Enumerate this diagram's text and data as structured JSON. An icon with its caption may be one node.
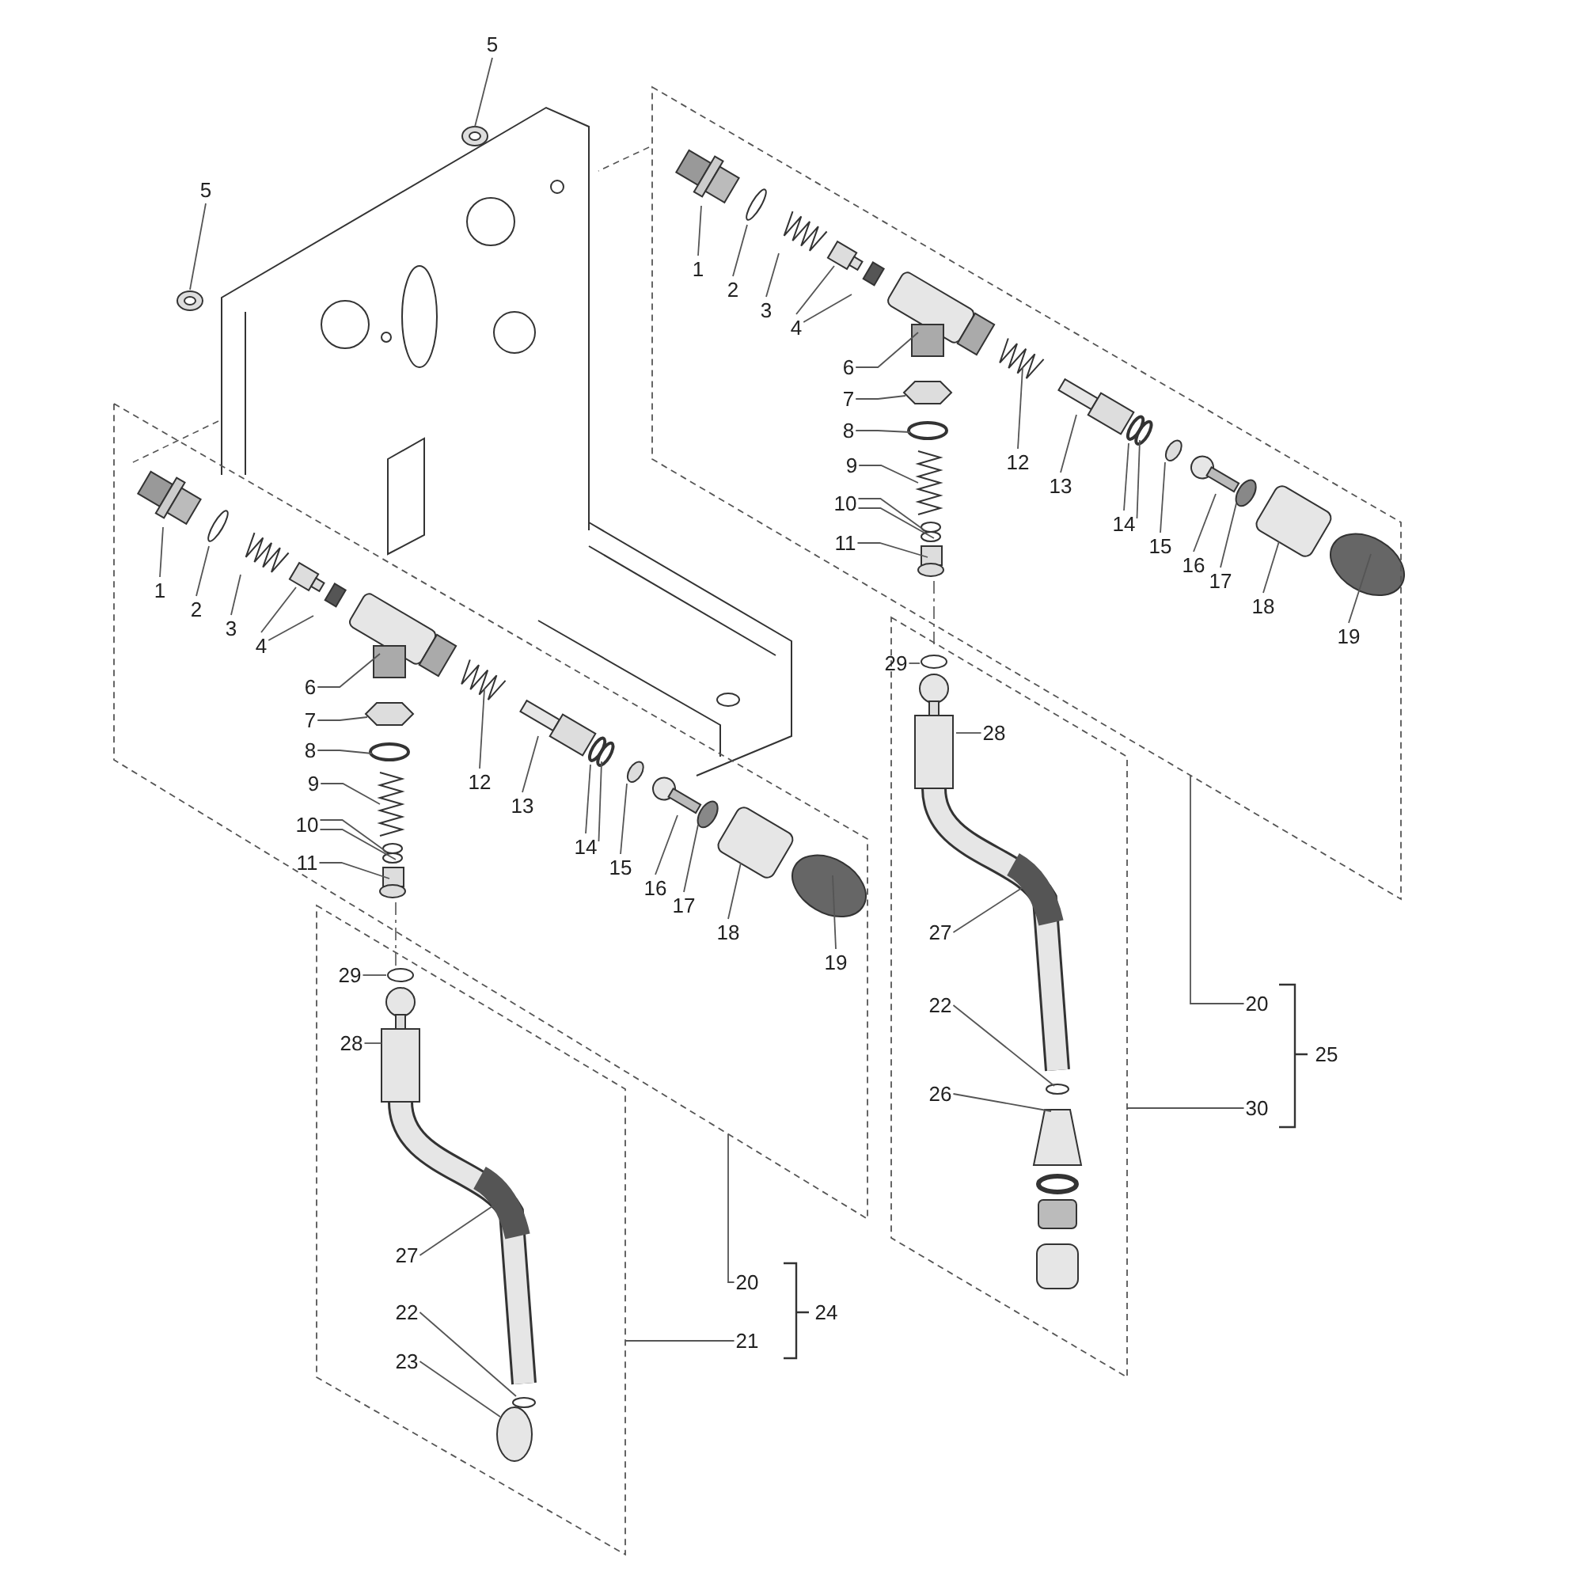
{
  "diagram": {
    "nodes": [
      {
        "text": [
          "5"
        ]
      },
      {
        "text": [
          "5"
        ]
      },
      {
        "text": [],
        "shape": "box"
      },
      {
        "text": [
          "1"
        ],
        "in": 2
      },
      {
        "text": [
          "2"
        ],
        "in": 2
      },
      {
        "text": [
          "3"
        ],
        "in": 2
      },
      {
        "text": [
          "4"
        ],
        "in": 2
      },
      {
        "text": [
          "6"
        ],
        "in": 2
      },
      {
        "text": [
          "7"
        ],
        "in": 2
      },
      {
        "text": [
          "8"
        ],
        "in": 2
      },
      {
        "text": [
          "9"
        ],
        "in": 2
      },
      {
        "text": [
          "10"
        ],
        "in": 2
      },
      {
        "text": [
          "11"
        ],
        "in": 2
      },
      {
        "text": [
          "12"
        ],
        "in": 2
      },
      {
        "text": [
          "13"
        ],
        "in": 2
      },
      {
        "text": [
          "14"
        ],
        "in": 2
      },
      {
        "text": [
          "15"
        ],
        "in": 2
      },
      {
        "text": [
          "16"
        ],
        "in": 2
      },
      {
        "text": [
          "17"
        ],
        "in": 2
      },
      {
        "text": [
          "18"
        ],
        "in": 2
      },
      {
        "text": [
          "19"
        ],
        "in": 2
      },
      {
        "text": [],
        "shape": "box"
      },
      {
        "text": [
          "1"
        ],
        "in": 21
      },
      {
        "text": [
          "2"
        ],
        "in": 21
      },
      {
        "text": [
          "3"
        ],
        "in": 21
      },
      {
        "text": [
          "4"
        ],
        "in": 21
      },
      {
        "text": [
          "6"
        ],
        "in": 21
      },
      {
        "text": [
          "7"
        ],
        "in": 21
      },
      {
        "text": [
          "8"
        ],
        "in": 21
      },
      {
        "text": [
          "9"
        ],
        "in": 21
      },
      {
        "text": [
          "10"
        ],
        "in": 21
      },
      {
        "text": [
          "11"
        ],
        "in": 21
      },
      {
        "text": [
          "12"
        ],
        "in": 21
      },
      {
        "text": [
          "13"
        ],
        "in": 21
      },
      {
        "text": [
          "14"
        ],
        "in": 21
      },
      {
        "text": [
          "15"
        ],
        "in": 21
      },
      {
        "text": [
          "16"
        ],
        "in": 21
      },
      {
        "text": [
          "17"
        ],
        "in": 21
      },
      {
        "text": [
          "18"
        ],
        "in": 21
      },
      {
        "text": [
          "19"
        ],
        "in": 21
      },
      {
        "text": [],
        "shape": "box"
      },
      {
        "text": [
          "29"
        ],
        "in": 40
      },
      {
        "text": [
          "28"
        ],
        "in": 40
      },
      {
        "text": [
          "27"
        ],
        "in": 40
      },
      {
        "text": [
          "22"
        ],
        "in": 40
      },
      {
        "text": [
          "26"
        ],
        "in": 40
      },
      {
        "text": [
          "20"
        ]
      },
      {
        "text": [
          "30"
        ]
      },
      {
        "text": [],
        "shape": "box"
      },
      {
        "text": [
          "29"
        ],
        "in": 48
      },
      {
        "text": [
          "28"
        ],
        "in": 48
      },
      {
        "text": [
          "27"
        ],
        "in": 48
      },
      {
        "text": [
          "22"
        ],
        "in": 48
      },
      {
        "text": [
          "23"
        ],
        "in": 48
      },
      {
        "text": [
          "20"
        ]
      },
      {
        "text": [
          "21"
        ]
      }
    ],
    "edges": [
      {
        "from": 0,
        "to": null,
        "arrow": "none"
      },
      {
        "from": 1,
        "to": null,
        "arrow": "none"
      },
      {
        "from": 3,
        "to": null,
        "arrow": "none"
      },
      {
        "from": 4,
        "to": null,
        "arrow": "none"
      },
      {
        "from": 5,
        "to": null,
        "arrow": "none"
      },
      {
        "from": 6,
        "to": null,
        "arrow": "none"
      },
      {
        "from": 6,
        "to": null,
        "arrow": "none"
      },
      {
        "from": 7,
        "to": null,
        "arrow": "none"
      },
      {
        "from": 8,
        "to": null,
        "arrow": "none"
      },
      {
        "from": 9,
        "to": null,
        "arrow": "none"
      },
      {
        "from": 10,
        "to": null,
        "arrow": "none"
      },
      {
        "from": 11,
        "to": null,
        "arrow": "none"
      },
      {
        "from": 11,
        "to": null,
        "arrow": "none"
      },
      {
        "from": 12,
        "to": null,
        "arrow": "none"
      },
      {
        "from": 13,
        "to": null,
        "arrow": "none"
      },
      {
        "from": 14,
        "to": null,
        "arrow": "none"
      },
      {
        "from": 15,
        "to": null,
        "arrow": "none"
      },
      {
        "from": 15,
        "to": null,
        "arrow": "none"
      },
      {
        "from": 16,
        "to": null,
        "arrow": "none"
      },
      {
        "from": 17,
        "to": null,
        "arrow": "none"
      },
      {
        "from": 18,
        "to": null,
        "arrow": "none"
      },
      {
        "from": 19,
        "to": null,
        "arrow": "none"
      },
      {
        "from": 20,
        "to": null,
        "arrow": "none"
      },
      {
        "from": 22,
        "to": null,
        "arrow": "none"
      },
      {
        "from": 23,
        "to": null,
        "arrow": "none"
      },
      {
        "from": 24,
        "to": null,
        "arrow": "none"
      },
      {
        "from": 25,
        "to": null,
        "arrow": "none"
      },
      {
        "from": 25,
        "to": null,
        "arrow": "none"
      },
      {
        "from": 26,
        "to": null,
        "arrow": "none"
      },
      {
        "from": 27,
        "to": null,
        "arrow": "none"
      },
      {
        "from": 28,
        "to": null,
        "arrow": "none"
      },
      {
        "from": 29,
        "to": null,
        "arrow": "none"
      },
      {
        "from": 30,
        "to": null,
        "arrow": "none"
      },
      {
        "from": 30,
        "to": null,
        "arrow": "none"
      },
      {
        "from": 31,
        "to": null,
        "arrow": "none"
      },
      {
        "from": 32,
        "to": null,
        "arrow": "none"
      },
      {
        "from": 33,
        "to": null,
        "arrow": "none"
      },
      {
        "from": 34,
        "to": null,
        "arrow": "none"
      },
      {
        "from": 34,
        "to": null,
        "arrow": "none"
      },
      {
        "from": 35,
        "to": null,
        "arrow": "none"
      },
      {
        "from": 36,
        "to": null,
        "arrow": "none"
      },
      {
        "from": 37,
        "to": null,
        "arrow": "none"
      },
      {
        "from": 38,
        "to": null,
        "arrow": "none"
      },
      {
        "from": 39,
        "to": null,
        "arrow": "none"
      },
      {
        "from": 41,
        "to": null,
        "arrow": "none"
      },
      {
        "from": 42,
        "to": null,
        "arrow": "none"
      },
      {
        "from": 43,
        "to": null,
        "arrow": "none"
      },
      {
        "from": 44,
        "to": null,
        "arrow": "none"
      },
      {
        "from": 45,
        "to": null,
        "arrow": "none"
      },
      {
        "from": 46,
        "to": 2,
        "arrow": "none"
      },
      {
        "from": 47,
        "to": 40,
        "arrow": "none"
      },
      {
        "from": 49,
        "to": null,
        "arrow": "none"
      },
      {
        "from": 50,
        "to": null,
        "arrow": "none"
      },
      {
        "from": 51,
        "to": null,
        "arrow": "none"
      },
      {
        "from": 52,
        "to": null,
        "arrow": "none"
      },
      {
        "from": 53,
        "to": null,
        "arrow": "none"
      },
      {
        "from": 54,
        "to": 21,
        "arrow": "none"
      },
      {
        "from": 55,
        "to": 48,
        "arrow": "none"
      }
    ],
    "labels": [
      "25",
      "24"
    ]
  }
}
